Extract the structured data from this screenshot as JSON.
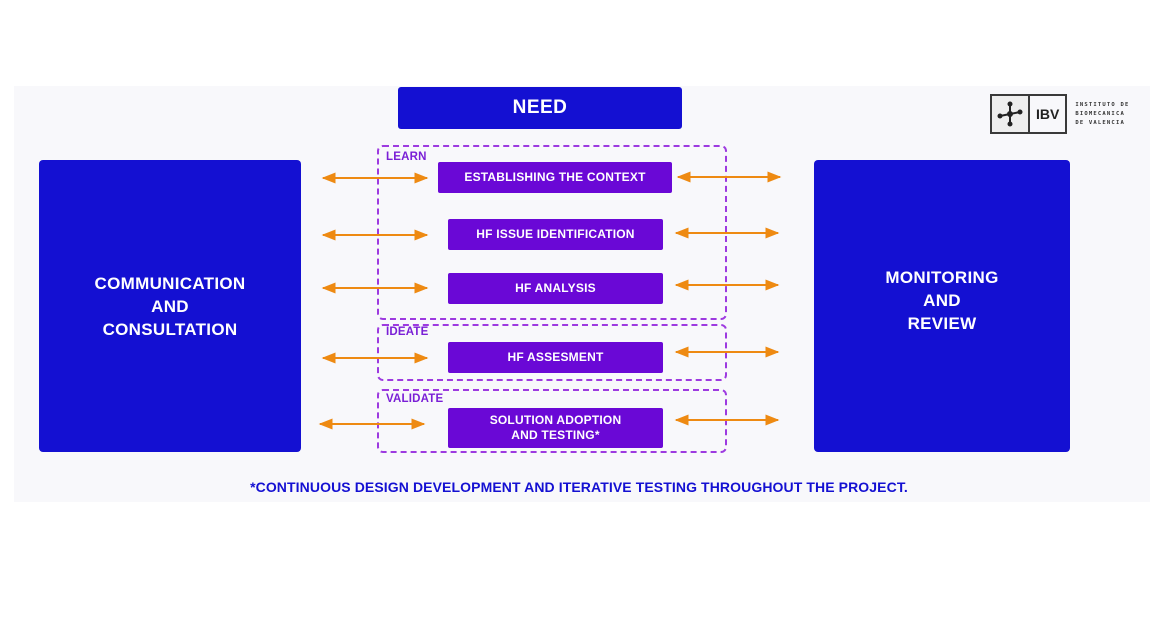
{
  "need": "NEED",
  "left_box": [
    "COMMUNICATION",
    "AND",
    "CONSULTATION"
  ],
  "right_box": [
    "MONITORING",
    "AND",
    "REVIEW"
  ],
  "groups": [
    {
      "label": "LEARN"
    },
    {
      "label": "IDEATE"
    },
    {
      "label": "VALIDATE"
    }
  ],
  "steps": [
    {
      "lines": [
        "ESTABLISHING THE CONTEXT"
      ]
    },
    {
      "lines": [
        "HF ISSUE IDENTIFICATION"
      ]
    },
    {
      "lines": [
        "HF ANALYSIS"
      ]
    },
    {
      "lines": [
        "HF ASSESMENT"
      ]
    },
    {
      "lines": [
        "SOLUTION ADOPTION",
        "AND TESTING*"
      ]
    }
  ],
  "footnote": "*CONTINUOUS DESIGN DEVELOPMENT AND ITERATIVE TESTING THROUGHOUT THE PROJECT.",
  "logo": {
    "mark": "IBV",
    "subtitle": [
      "INSTITUTO DE",
      "BIOMECANICA",
      "DE VALENCIA"
    ]
  },
  "colors": {
    "primary_blue": "#1410d2",
    "step_purple": "#6a08d6",
    "group_border": "#9d3ae0",
    "arrow_orange": "#ee8a12"
  }
}
